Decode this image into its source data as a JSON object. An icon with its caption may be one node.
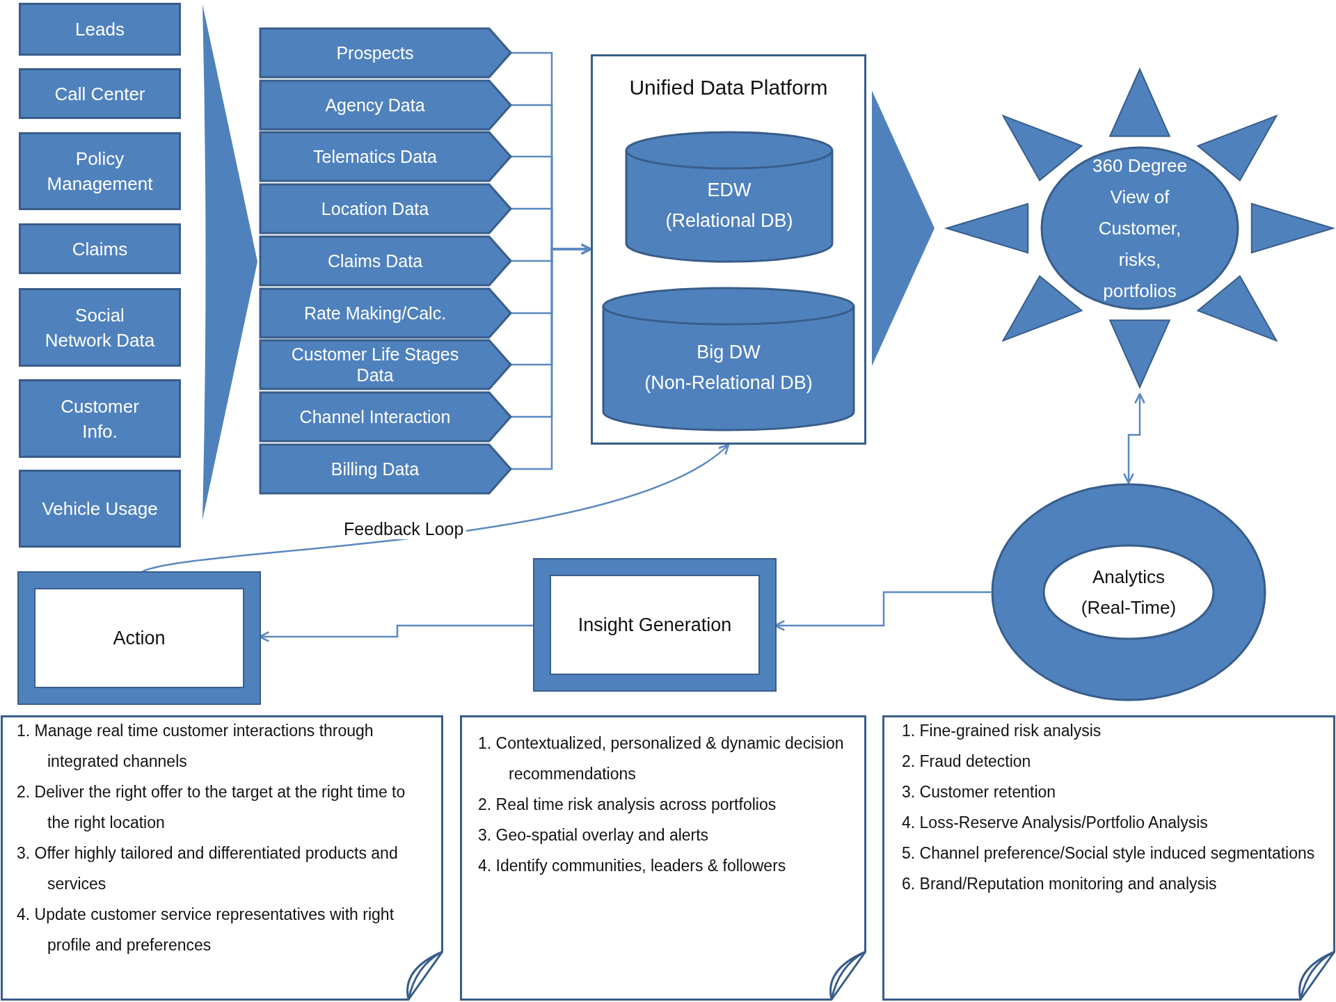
{
  "diagram": {
    "nodes": [
      {
        "text": [
          "Leads"
        ]
      },
      {
        "text": [
          "Call Center"
        ]
      },
      {
        "text": [
          "Policy Management"
        ]
      },
      {
        "text": [
          "Claims"
        ]
      },
      {
        "text": [
          "Social Network Data"
        ]
      },
      {
        "text": [
          "Customer Info."
        ]
      },
      {
        "text": [
          "Vehicle Usage"
        ]
      },
      {
        "text": [
          "Prospects"
        ]
      },
      {
        "text": [
          "Agency Data"
        ]
      },
      {
        "text": [
          "Telematics Data"
        ]
      },
      {
        "text": [
          "Location Data"
        ]
      },
      {
        "text": [
          "Claims Data"
        ]
      },
      {
        "text": [
          "Rate Making/Calc."
        ]
      },
      {
        "text": [
          "Customer Life Stages Data"
        ]
      },
      {
        "text": [
          "Channel Interaction"
        ]
      },
      {
        "text": [
          "Billing Data"
        ]
      },
      {
        "text": [
          "Unified Data Platform"
        ]
      },
      {
        "text": [
          "EDW",
          "(Relational DB)"
        ],
        "in": 16
      },
      {
        "text": [
          "Big DW",
          "(Non-Relational DB)"
        ],
        "in": 16
      },
      {
        "text": [
          "360 Degree View of Customer, risks, portfolios"
        ]
      },
      {
        "text": [
          "Analytics",
          "(Real-Time)"
        ]
      },
      {
        "text": [
          "Insight Generation"
        ]
      },
      {
        "text": [
          "Action"
        ]
      },
      {
        "text": [
          "1. Manage real time customer interactions through integrated channels",
          "2. Deliver the right offer to the target at the right time to the right location",
          "3. Offer highly tailored and differentiated products and services",
          "4. Update customer service representatives with right profile and preferences"
        ]
      },
      {
        "text": [
          "1. Contextualized, personalized & dynamic decision recommendations",
          "2. Real time risk analysis across portfolios",
          "3. Geo-spatial overlay and alerts",
          "4. Identify communities, leaders & followers"
        ]
      },
      {
        "text": [
          "1. Fine-grained risk analysis",
          "2. Fraud detection",
          "3. Customer retention",
          "4. Loss-Reserve Analysis/Portfolio Analysis",
          "5. Channel preference/Social style induced segmentations",
          "6. Brand/Reputation monitoring and analysis"
        ]
      }
    ],
    "edges": [
      {
        "from": 7,
        "to": 16,
        "arrow": "to"
      },
      {
        "from": 8,
        "to": 16,
        "arrow": "to"
      },
      {
        "from": 9,
        "to": 16,
        "arrow": "to"
      },
      {
        "from": 10,
        "to": 16,
        "arrow": "to"
      },
      {
        "from": 11,
        "to": 16,
        "arrow": "to"
      },
      {
        "from": 12,
        "to": 16,
        "arrow": "to"
      },
      {
        "from": 13,
        "to": 16,
        "arrow": "to"
      },
      {
        "from": 14,
        "to": 16,
        "arrow": "to"
      },
      {
        "from": 15,
        "to": 16,
        "arrow": "to"
      },
      {
        "from": 16,
        "to": 19,
        "arrow": "to",
        "style": "thick"
      },
      {
        "from": 19,
        "to": 20,
        "arrow": "both"
      },
      {
        "from": 20,
        "to": 21,
        "arrow": "to"
      },
      {
        "from": 21,
        "to": 22,
        "arrow": "to"
      },
      {
        "from": 22,
        "to": 16,
        "arrow": "to",
        "label": "Feedback Loop"
      }
    ]
  }
}
